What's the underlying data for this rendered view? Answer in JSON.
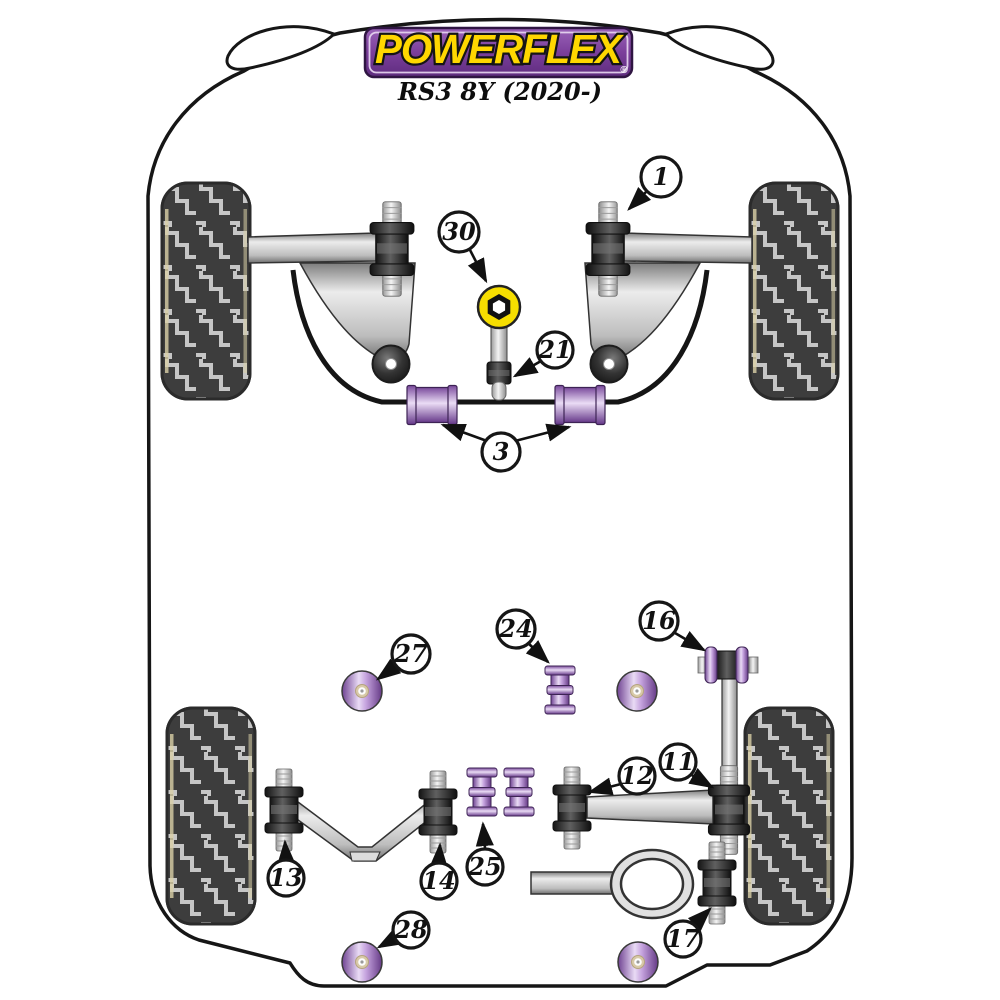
{
  "header": {
    "brand": "POWERFLEX",
    "registered": "®",
    "model": "RS3 8Y (2020-)"
  },
  "colors": {
    "brand_purple": "#7b3f9b",
    "brand_yellow": "#ffd700",
    "mount_yellow": "#f6de00",
    "part_purple": "#8a5aa8",
    "part_dark": "#2b2b2b",
    "tire": "#3d3d3d",
    "outline": "#161616"
  },
  "callouts": [
    {
      "label": "1"
    },
    {
      "label": "30"
    },
    {
      "label": "21"
    },
    {
      "label": "3"
    },
    {
      "label": "27"
    },
    {
      "label": "24"
    },
    {
      "label": "16"
    },
    {
      "label": "12"
    },
    {
      "label": "11"
    },
    {
      "label": "13"
    },
    {
      "label": "14"
    },
    {
      "label": "25"
    },
    {
      "label": "28"
    },
    {
      "label": "17"
    }
  ]
}
